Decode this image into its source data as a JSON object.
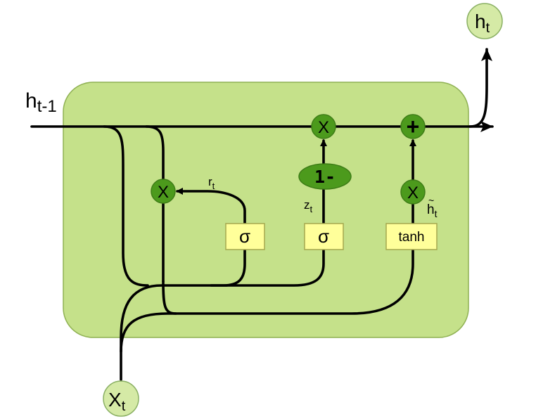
{
  "colors": {
    "cell_fill": "#c5e18a",
    "cell_border": "#8fb153",
    "operator_fill": "#4c9a1c",
    "io_fill": "#d5eaa6",
    "gate_fill": "#ffff9a",
    "line": "#000000"
  },
  "labels": {
    "h_prev": {
      "base": "h",
      "sub": "t-1"
    },
    "h_out": {
      "base": "h",
      "sub": "t"
    },
    "x_in": {
      "base": "X",
      "sub": "t"
    },
    "r": {
      "base": "r",
      "sub": "t"
    },
    "z": {
      "base": "z",
      "sub": "t"
    },
    "h_tilde": {
      "base": "h",
      "sub": "t"
    }
  },
  "operators": {
    "reset_multiply": "X",
    "update_multiply": "X",
    "candidate_multiply": "X",
    "add": "+",
    "one_minus": "1-"
  },
  "gates": {
    "reset": "σ",
    "update": "σ",
    "candidate": "tanh"
  }
}
